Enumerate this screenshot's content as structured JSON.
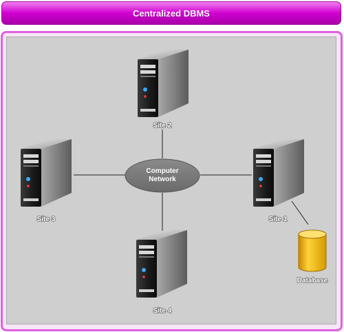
{
  "title": "Centralized DBMS",
  "network": {
    "label_line1": "Computer",
    "label_line2": "Network"
  },
  "sites": [
    {
      "id": "site-2",
      "label": "Site 2"
    },
    {
      "id": "site-3",
      "label": "Site 3"
    },
    {
      "id": "site-1",
      "label": "Site 1"
    },
    {
      "id": "site-4",
      "label": "Site 4"
    }
  ],
  "database": {
    "label": "Database"
  },
  "colors": {
    "title_bar": "#d000d0",
    "panel_border": "#e060e0",
    "canvas": "#cfcfcf",
    "network_ellipse": "#7a7a7a",
    "database": "#f0b400"
  }
}
